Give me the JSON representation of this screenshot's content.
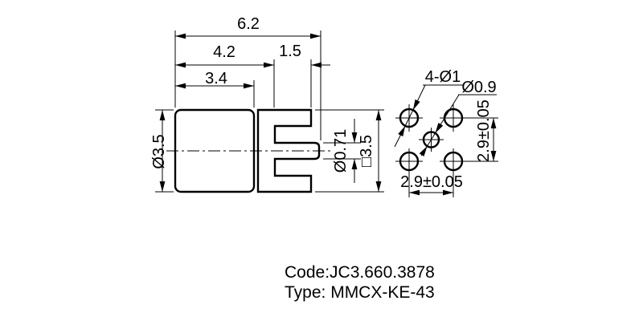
{
  "colors": {
    "line": "#000000",
    "background": "#ffffff"
  },
  "side_view": {
    "dim_overall_length": "6.2",
    "dim_to_slot_face": "4.2",
    "dim_prong_length": "1.5",
    "dim_body_length": "3.4",
    "dim_body_diameter": "Ø3.5",
    "dim_pin_diameter": "Ø0.71",
    "dim_flange_square": "□3.5"
  },
  "footprint": {
    "label_corner_holes": "4-Ø1",
    "label_center_hole": "Ø0.9",
    "dim_horizontal_pitch": "2.9±0.05",
    "dim_vertical_pitch": "2.9±0.05"
  },
  "title_block": {
    "code": "Code:JC3.660.3878",
    "type": "Type: MMCX-KE-43"
  }
}
